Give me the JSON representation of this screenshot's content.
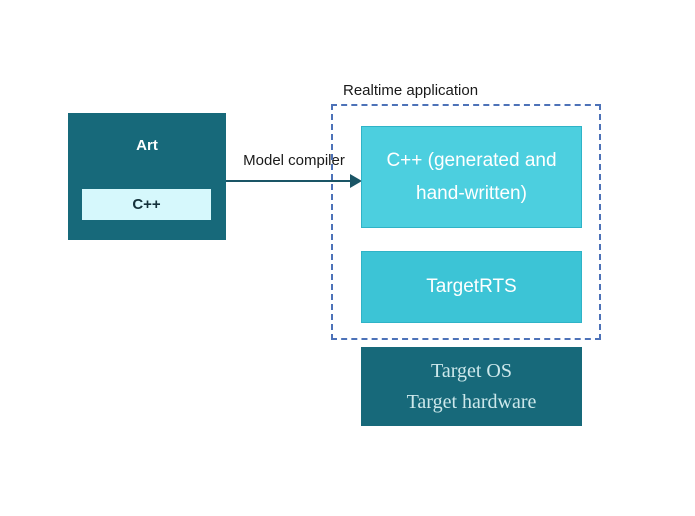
{
  "diagram": {
    "art_box": {
      "title": "Art",
      "inner_label": "C++"
    },
    "arrow_label": "Model compiler",
    "realtime_group": {
      "title": "Realtime application",
      "boxes": [
        {
          "label": "C++ (generated and hand-written)"
        },
        {
          "label": "TargetRTS"
        }
      ]
    },
    "target_box": {
      "line1": "Target OS",
      "line2": "Target hardware"
    },
    "colors": {
      "dark_teal": "#17697a",
      "cyan_light": "#4ccfdf",
      "cyan": "#3cc4d6",
      "inner_box": "#d6f8fc",
      "dashed_border": "#4d72b8",
      "arrow": "#1a5566",
      "target_text": "#cde8eb"
    }
  }
}
